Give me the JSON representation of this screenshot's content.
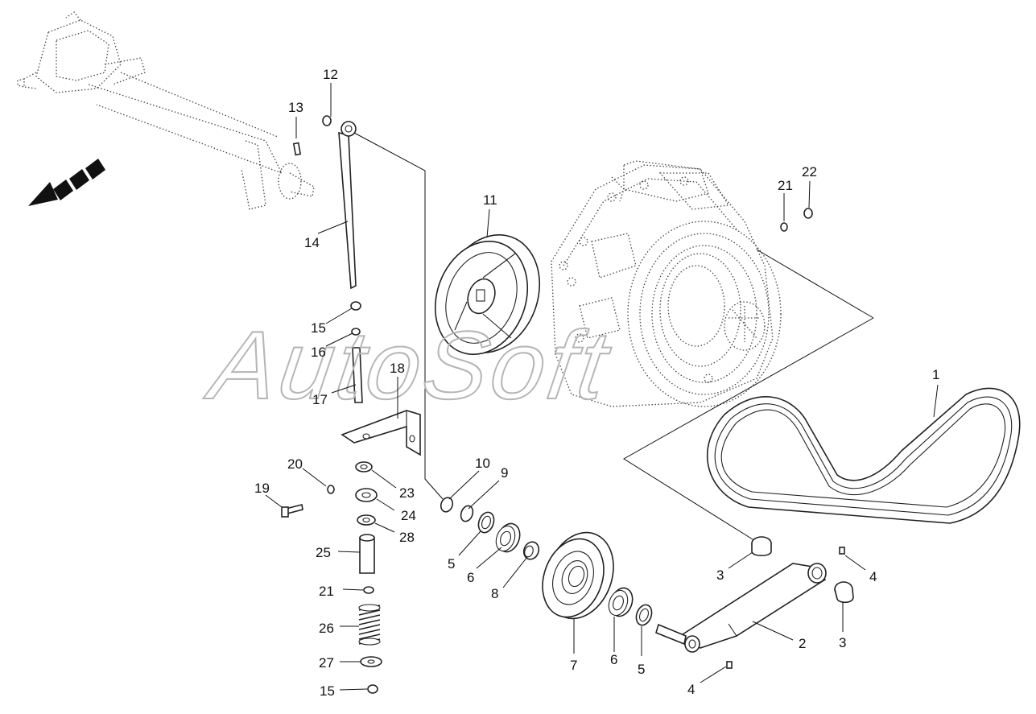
{
  "watermark": "AutoSoft",
  "callouts": [
    {
      "id": "c1",
      "text": "1"
    },
    {
      "id": "c2",
      "text": "2"
    },
    {
      "id": "c3a",
      "text": "3"
    },
    {
      "id": "c3b",
      "text": "3"
    },
    {
      "id": "c4a",
      "text": "4"
    },
    {
      "id": "c4b",
      "text": "4"
    },
    {
      "id": "c5a",
      "text": "5"
    },
    {
      "id": "c5b",
      "text": "5"
    },
    {
      "id": "c6a",
      "text": "6"
    },
    {
      "id": "c6b",
      "text": "6"
    },
    {
      "id": "c7",
      "text": "7"
    },
    {
      "id": "c8",
      "text": "8"
    },
    {
      "id": "c9",
      "text": "9"
    },
    {
      "id": "c10",
      "text": "10"
    },
    {
      "id": "c11",
      "text": "11"
    },
    {
      "id": "c12",
      "text": "12"
    },
    {
      "id": "c13",
      "text": "13"
    },
    {
      "id": "c14",
      "text": "14"
    },
    {
      "id": "c15a",
      "text": "15"
    },
    {
      "id": "c15b",
      "text": "15"
    },
    {
      "id": "c16",
      "text": "16"
    },
    {
      "id": "c17",
      "text": "17"
    },
    {
      "id": "c18",
      "text": "18"
    },
    {
      "id": "c19",
      "text": "19"
    },
    {
      "id": "c20",
      "text": "20"
    },
    {
      "id": "c21a",
      "text": "21"
    },
    {
      "id": "c21b",
      "text": "21"
    },
    {
      "id": "c22",
      "text": "22"
    },
    {
      "id": "c23",
      "text": "23"
    },
    {
      "id": "c24",
      "text": "24"
    },
    {
      "id": "c25",
      "text": "25"
    },
    {
      "id": "c26",
      "text": "26"
    },
    {
      "id": "c27",
      "text": "27"
    },
    {
      "id": "c28",
      "text": "28"
    }
  ]
}
